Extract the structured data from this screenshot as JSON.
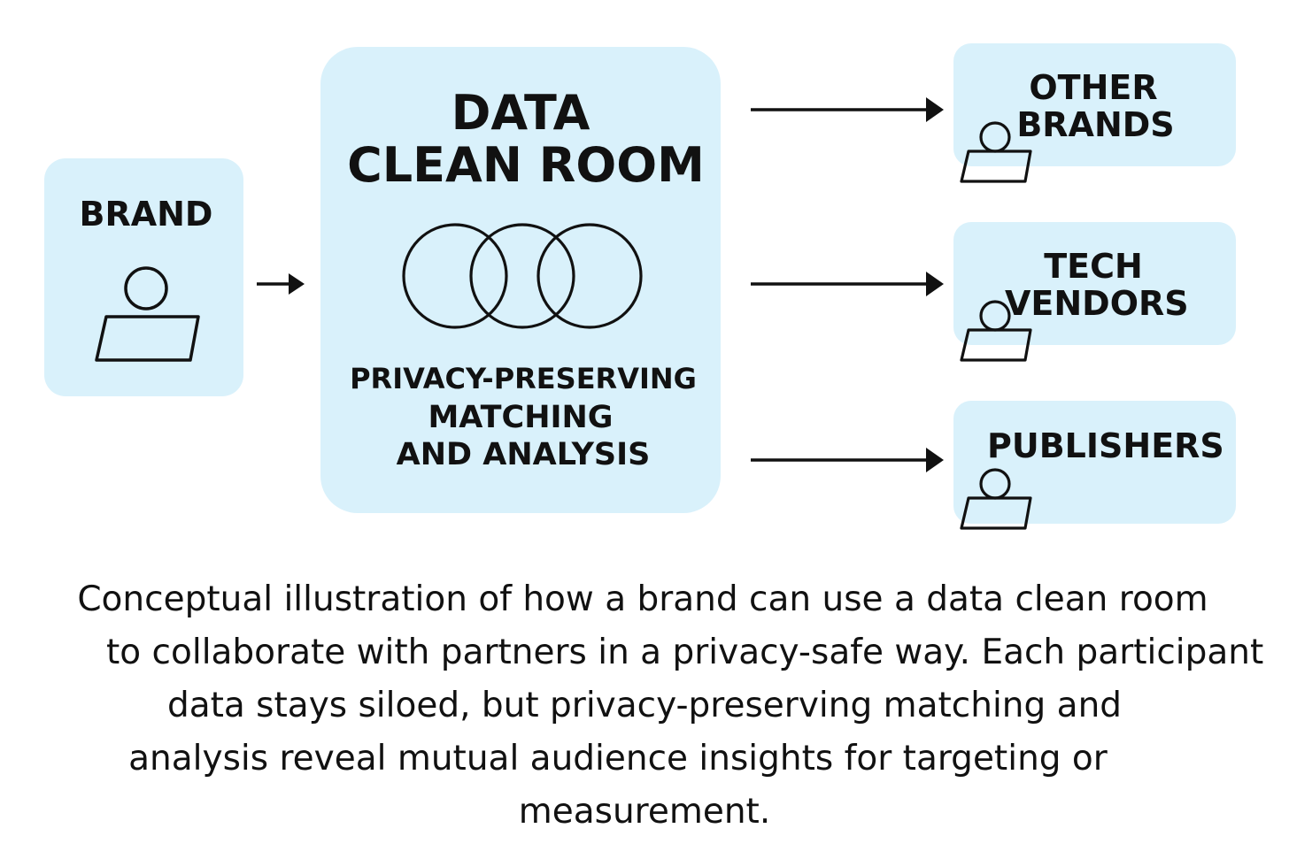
{
  "colors": {
    "box_fill": "#d9f1fb",
    "ink": "#111111",
    "background": "#ffffff"
  },
  "brand": {
    "label": "BRAND",
    "icon": "user-at-laptop-icon"
  },
  "clean_room": {
    "title_line1": "DATA",
    "title_line2": "CLEAN ROOM",
    "icon": "three-overlapping-circles-icon",
    "caption_line1": "PRIVACY-PRESERVING",
    "caption_line2": "MATCHING",
    "caption_line3": "AND ANALYSIS"
  },
  "partners": [
    {
      "line1": "OTHER",
      "line2": "BRANDS",
      "icon": "user-at-laptop-icon"
    },
    {
      "line1": "TECH",
      "line2": "VENDORS",
      "icon": "user-at-laptop-icon"
    },
    {
      "line1": "PUBLISHERS",
      "icon": "user-at-laptop-icon"
    }
  ],
  "caption": {
    "line1": "Conceptual illustration of how a brand can use a data clean room",
    "line2": "to collaborate with partners in a privacy-safe way. Each participant",
    "line3": "data stays siloed, but privacy-preserving matching and",
    "line4": "analysis reveal mutual audience insights for targeting or",
    "line5": "measurement."
  }
}
